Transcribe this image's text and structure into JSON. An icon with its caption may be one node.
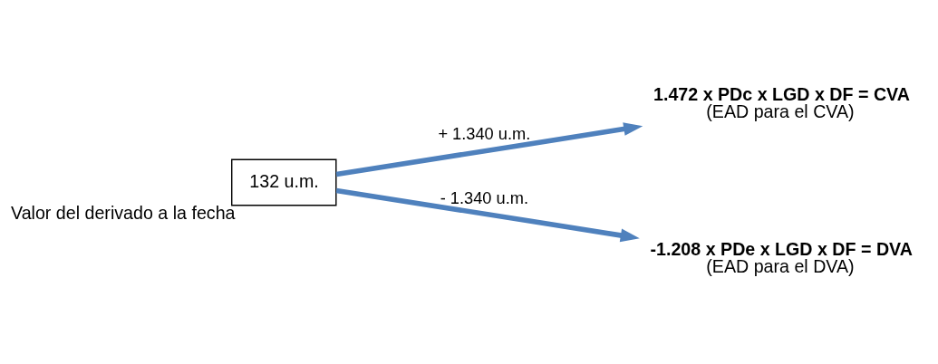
{
  "diagram": {
    "nodes": [
      {
        "text": [
          "132 u.m."
        ],
        "beside": [
          "Valor del derivado a la fecha"
        ]
      },
      {
        "text": [
          "1.472 x PDc x LGD x DF = CVA",
          "(EAD para el CVA)"
        ]
      },
      {
        "text": [
          "-1.208 x PDe x LGD x DF = DVA",
          "(EAD para el DVA)"
        ]
      }
    ],
    "edges": [
      {
        "from": 0,
        "to": 1,
        "arrow": "to",
        "label": "+ 1.340 u.m."
      },
      {
        "from": 0,
        "to": 2,
        "arrow": "to",
        "label": "- 1.340 u.m."
      }
    ]
  }
}
